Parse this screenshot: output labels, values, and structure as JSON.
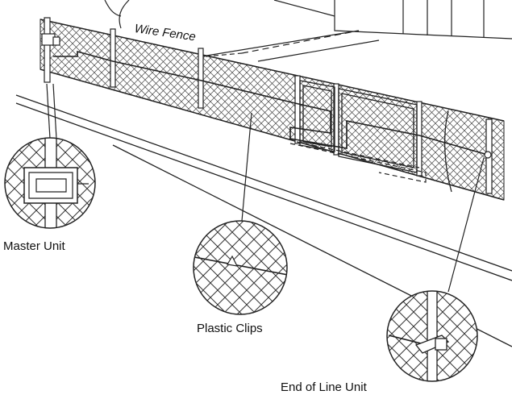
{
  "labels": {
    "wire_fence": "Wire Fence",
    "master_unit": "Master Unit",
    "plastic_clips": "Plastic Clips",
    "end_of_line_unit": "End of Line Unit"
  }
}
